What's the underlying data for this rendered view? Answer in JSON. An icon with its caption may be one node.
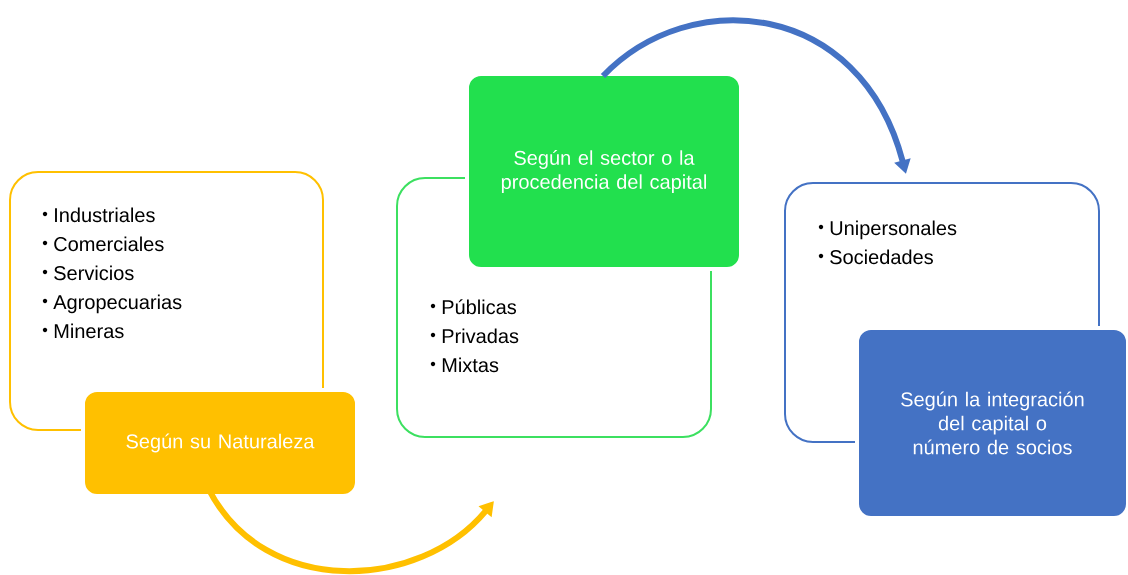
{
  "diagram": {
    "nodes": [
      {
        "text": [
          "Industriales",
          "Comerciales",
          "Servicios",
          "Agropecuarias",
          "Mineras"
        ]
      },
      {
        "text": [
          "Según su Naturaleza"
        ]
      },
      {
        "text": [
          "Públicas",
          "Privadas",
          "Mixtas"
        ]
      },
      {
        "text": [
          "Según el sector o la procedencia del capital"
        ]
      },
      {
        "text": [
          "Unipersonales",
          "Sociedades"
        ]
      },
      {
        "text": [
          "Según la integración del capital o número de socios"
        ]
      }
    ],
    "edges": [
      {
        "from": 1,
        "to": 2,
        "arrow": "to",
        "color": "#ffc000"
      },
      {
        "from": 3,
        "to": 4,
        "arrow": "to",
        "color": "#4472c4"
      }
    ]
  }
}
